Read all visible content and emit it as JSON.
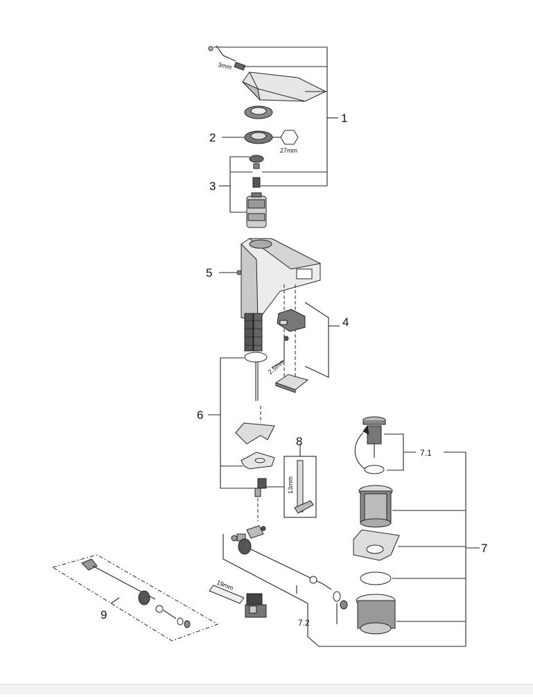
{
  "diagram": {
    "callouts": {
      "c1": "1",
      "c2": "2",
      "c3": "3",
      "c4": "4",
      "c5": "5",
      "c6": "6",
      "c7": "7",
      "c71": "7.1",
      "c72": "7.2",
      "c8": "8",
      "c9": "9"
    },
    "tool_labels": {
      "hex_key_top": "3mm",
      "wrench_size": "27mm",
      "hex_key_small": "2.5mm",
      "spanner_size": "19mm",
      "tool_13": "13mm"
    }
  }
}
